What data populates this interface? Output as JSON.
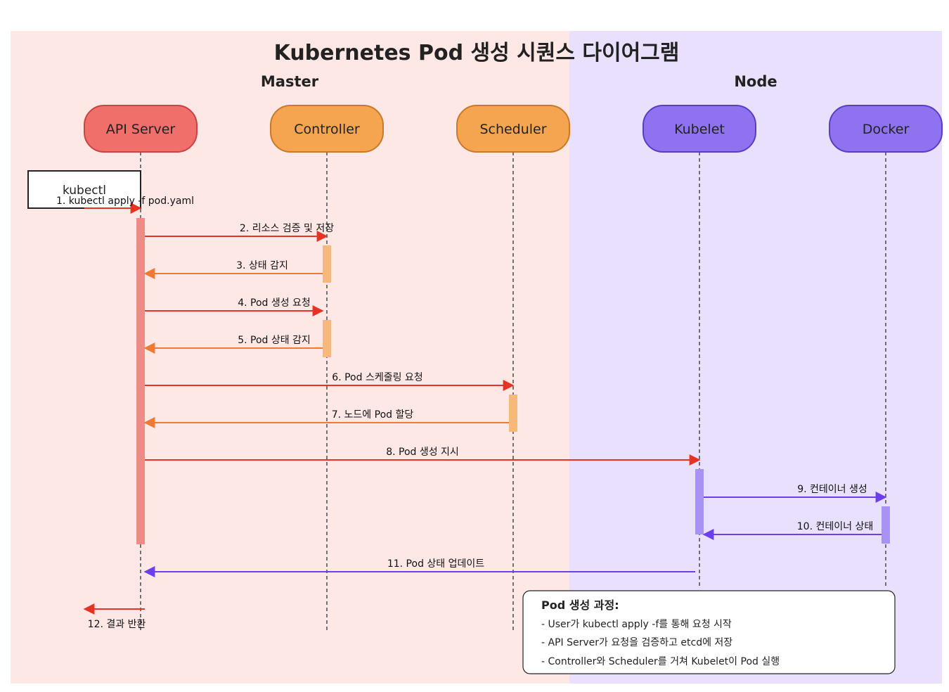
{
  "title": "Kubernetes Pod 생성 시퀀스 다이어그램",
  "groups": [
    {
      "label": "Master",
      "color": "#fde8e6"
    },
    {
      "label": "Node",
      "color": "#e8e0fc"
    }
  ],
  "actors": [
    {
      "id": "api",
      "label": "API Server",
      "fill": "#f06f6a",
      "stroke": "#c94442",
      "activation": "#f08a86"
    },
    {
      "id": "ctrl",
      "label": "Controller",
      "fill": "#f5a54f",
      "stroke": "#c9792a",
      "activation": "#f6b97a"
    },
    {
      "id": "sched",
      "label": "Scheduler",
      "fill": "#f5a54f",
      "stroke": "#c9792a",
      "activation": "#f6b97a"
    },
    {
      "id": "kubelet",
      "label": "Kubelet",
      "fill": "#8f72f0",
      "stroke": "#5a3ec2",
      "activation": "#a892f3"
    },
    {
      "id": "docker",
      "label": "Docker",
      "fill": "#8f72f0",
      "stroke": "#5a3ec2",
      "activation": "#a892f3"
    }
  ],
  "external_actor": {
    "label": "kubectl"
  },
  "messages": [
    {
      "label": "1. kubectl apply -f pod.yaml",
      "from": "kubectl",
      "to": "api",
      "color": "#e53424"
    },
    {
      "label": "2. 리소스 검증 및 저장",
      "from": "api",
      "to": "ctrl",
      "color": "#e53424"
    },
    {
      "label": "3. 상태 감지",
      "from": "ctrl",
      "to": "api",
      "color": "#ee7a33"
    },
    {
      "label": "4. Pod 생성 요청",
      "from": "api",
      "to": "ctrl",
      "color": "#e53424"
    },
    {
      "label": "5. Pod 상태 감지",
      "from": "ctrl",
      "to": "api",
      "color": "#ee7a33"
    },
    {
      "label": "6. Pod 스케줄링 요청",
      "from": "api",
      "to": "sched",
      "color": "#e53424"
    },
    {
      "label": "7. 노드에 Pod 할당",
      "from": "sched",
      "to": "api",
      "color": "#ee7a33"
    },
    {
      "label": "8. Pod 생성 지시",
      "from": "api",
      "to": "kubelet",
      "color": "#e53424"
    },
    {
      "label": "9. 컨테이너 생성",
      "from": "kubelet",
      "to": "docker",
      "color": "#6b3ef0"
    },
    {
      "label": "10. 컨테이너 상태",
      "from": "docker",
      "to": "kubelet",
      "color": "#6b3ef0"
    },
    {
      "label": "11. Pod 상태 업데이트",
      "from": "kubelet",
      "to": "api",
      "color": "#6b3ef0"
    },
    {
      "label": "12. 결과 반환",
      "from": "api",
      "to": "kubectl",
      "color": "#e53424"
    }
  ],
  "note": {
    "title": "Pod 생성 과정:",
    "lines": [
      "- User가 kubectl apply -f를 통해 요청 시작",
      "- API Server가 요청을 검증하고 etcd에 저장",
      "- Controller와 Scheduler를 거쳐 Kubelet이 Pod 실행"
    ]
  }
}
